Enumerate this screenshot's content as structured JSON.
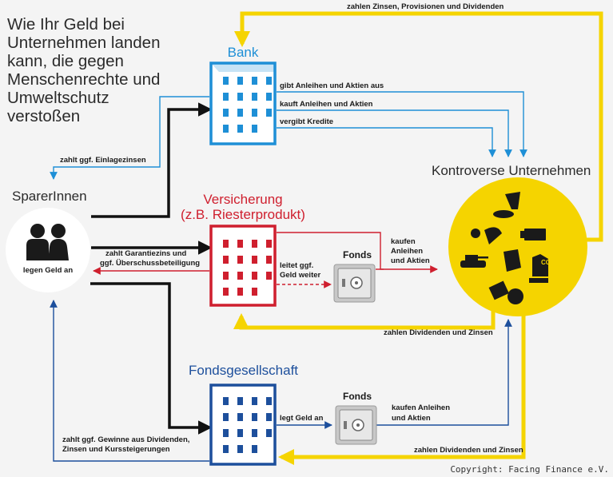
{
  "title": "Wie Ihr Geld bei Unternehmen landen kann, die gegen Menschenrechte und Umweltschutz verstoßen",
  "nodes": {
    "bank": "Bank",
    "versicherung": "Versicherung",
    "versicherung_sub": "(z.B. Riesterprodukt)",
    "fondsgesellschaft": "Fondsgesellschaft",
    "sparer": "SparerInnen",
    "sparer_inner": "legen Geld an",
    "unternehmen": "Kontroverse Unternehmen",
    "fonds_1": "Fonds",
    "fonds_2": "Fonds"
  },
  "edges": {
    "top_return": "zahlen Zinsen, Provisionen und Dividenden",
    "bank_1": "gibt Anleihen und Aktien aus",
    "bank_2": "kauft Anleihen und Aktien",
    "bank_3": "vergibt Kredite",
    "einlage": "zahlt ggf. Einlagezinsen",
    "garantie_1": "zahlt Garantiezins und",
    "garantie_2": "ggf. Überschussbeteiligung",
    "leitet_1": "leitet ggf.",
    "leitet_2": "Geld weiter",
    "kaufen_1a": "kaufen",
    "kaufen_1b": "Anleihen",
    "kaufen_1c": "und Aktien",
    "dividenden_1": "zahlen Dividenden und Zinsen",
    "legt": "legt Geld an",
    "kaufen_2a": "kaufen Anleihen",
    "kaufen_2b": "und Aktien",
    "dividenden_2": "zahlen Dividenden und Zinsen",
    "gewinne_1": "zahlt ggf. Gewinne aus Dividenden,",
    "gewinne_2": "Zinsen und Kurssteigerungen"
  },
  "icons": [
    "people-icon",
    "bank-building-icon",
    "insurance-building-icon",
    "fund-company-building-icon",
    "safe-icon",
    "violation-icons"
  ],
  "copyright": "Copyright: Facing Finance e.V.",
  "colors": {
    "blue": "#1e8fd6",
    "red": "#cf1f2e",
    "navy": "#1d4f9c",
    "yellow": "#f5d400",
    "black": "#111111",
    "background": "#f4f4f4"
  }
}
